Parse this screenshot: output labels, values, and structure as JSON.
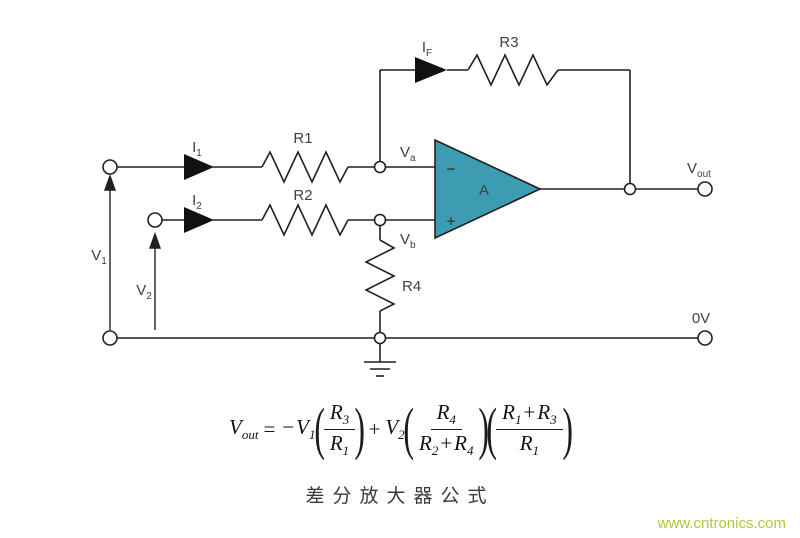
{
  "caption": "差分放大器公式",
  "watermark": "www.cntronics.com",
  "colors": {
    "wire": "#231f20",
    "opamp_fill": "#3b9cb2",
    "label": "#414042",
    "watermark_green": "#a8cd3a"
  },
  "labels": {
    "i1": {
      "base": "I",
      "sub": "1"
    },
    "i2": {
      "base": "I",
      "sub": "2"
    },
    "if": {
      "base": "I",
      "sub": "F"
    },
    "r1": "R1",
    "r2": "R2",
    "r3": "R3",
    "r4": "R4",
    "va": {
      "base": "V",
      "sub": "a"
    },
    "vb": {
      "base": "V",
      "sub": "b"
    },
    "v1": {
      "base": "V",
      "sub": "1"
    },
    "v2": {
      "base": "V",
      "sub": "2"
    },
    "vout": {
      "base": "V",
      "sub": "out"
    },
    "zero_v": "0V",
    "opamp": "A",
    "minus_input": "−",
    "plus_input": "+"
  },
  "formula": {
    "V": "V",
    "R": "R",
    "out_sub": "out",
    "eq": "=",
    "minus": "−",
    "plus": "+",
    "s1": "1",
    "s2": "2",
    "s3": "3",
    "s4": "4",
    "lparen": "(",
    "rparen": ")"
  }
}
